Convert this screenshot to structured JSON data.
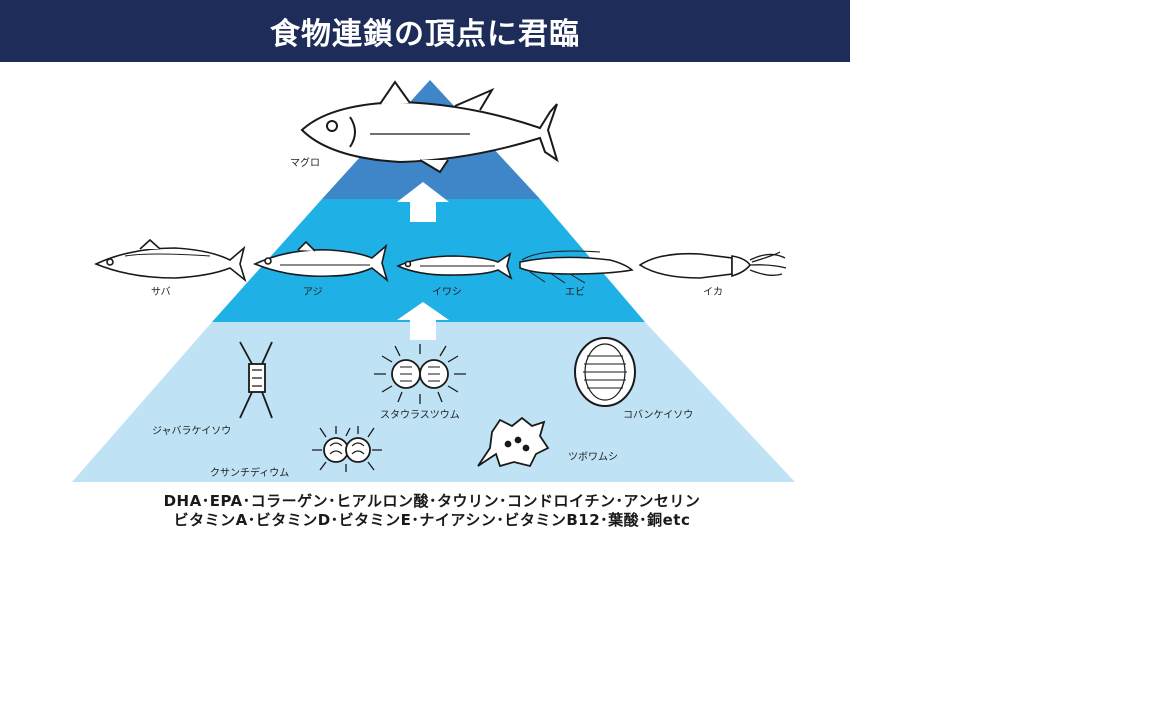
{
  "header": {
    "title": "食物連鎖の頂点に君臨"
  },
  "colors": {
    "header_bg": "#1e2c5a",
    "tier_top": "#3f86c8",
    "tier_middle": "#1fb1e6",
    "tier_bottom": "#bfe3f5"
  },
  "pyramid": {
    "top": {
      "label": "マグロ"
    },
    "middle": {
      "labels": [
        "サバ",
        "アジ",
        "イワシ",
        "エビ",
        "イカ"
      ]
    },
    "bottom": {
      "labels": [
        "ジャバラケイソウ",
        "スタウラスツウム",
        "コバンケイソウ",
        "クサンチディウム",
        "ツボワムシ"
      ]
    }
  },
  "nutrients": {
    "line1": "DHA･EPA･コラーゲン･ヒアルロン酸･タウリン･コンドロイチン･アンセリン",
    "line2": "ビタミンA･ビタミンD･ビタミンE･ナイアシン･ビタミンB12･葉酸･銅etc"
  }
}
